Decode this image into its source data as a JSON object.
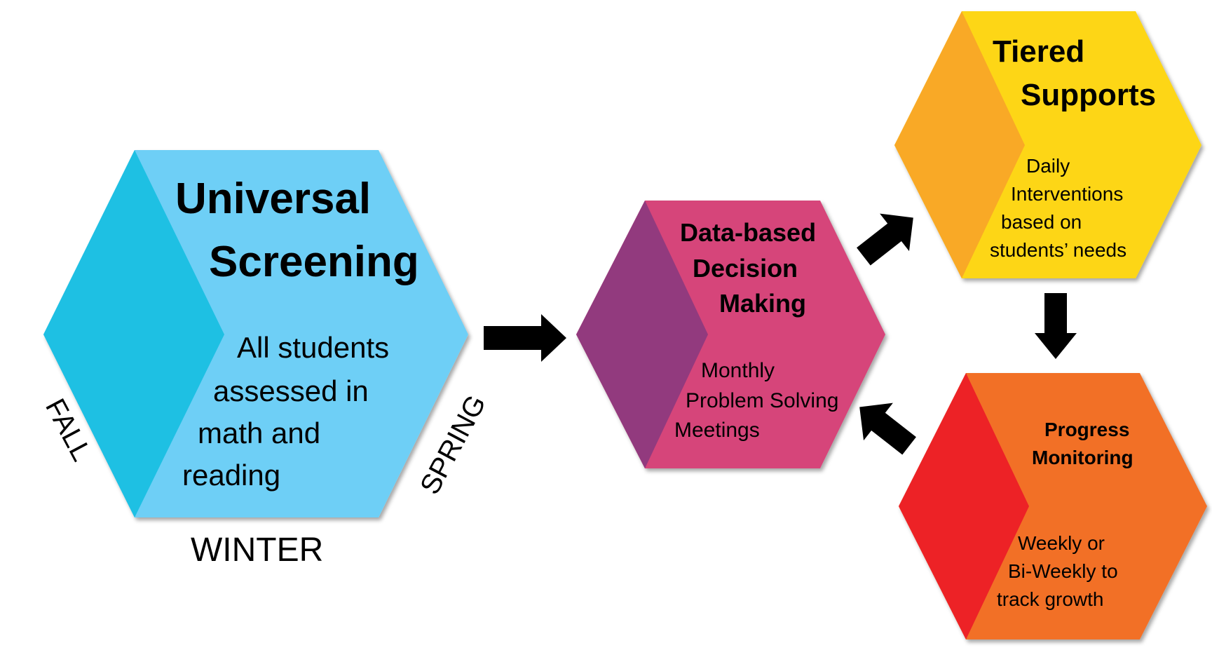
{
  "universal": {
    "title_line1": "Universal",
    "title_line2": "Screening",
    "body": [
      "All students",
      "assessed in",
      "math and",
      "reading"
    ],
    "colors": {
      "main": "#6ECFF6",
      "left": "#1EC0E3"
    }
  },
  "seasons": {
    "fall": "FALL",
    "winter": "WINTER",
    "spring": "SPRING"
  },
  "decision": {
    "title": [
      "Data-based",
      "Decision",
      "Making"
    ],
    "body": [
      "Monthly",
      "Problem Solving",
      "Meetings"
    ],
    "colors": {
      "main": "#D6457A",
      "left": "#923A7E"
    }
  },
  "tiered": {
    "title": [
      "Tiered",
      "Supports"
    ],
    "body": [
      "Daily",
      "Interventions",
      "based on",
      "students’ needs"
    ],
    "colors": {
      "main": "#FDD616",
      "left": "#F9A926"
    }
  },
  "progress": {
    "title": [
      "Progress",
      "Monitoring"
    ],
    "body": [
      "Weekly or",
      "Bi-Weekly to",
      "track growth"
    ],
    "colors": {
      "main": "#F26F26",
      "left": "#ED2226"
    }
  },
  "arrow_color": "#000000"
}
